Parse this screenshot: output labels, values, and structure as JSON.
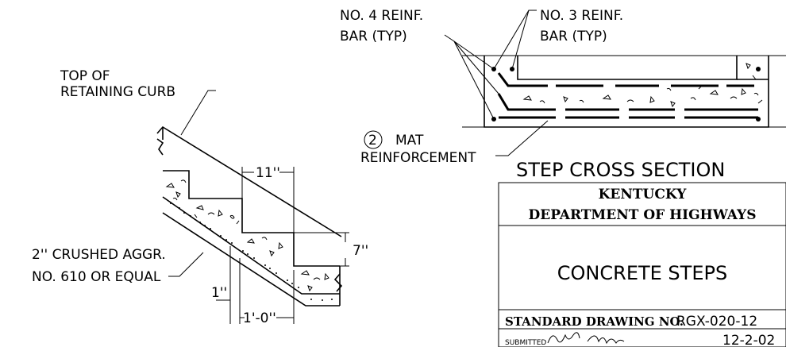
{
  "section_labels": {
    "top_of_curb": [
      "TOP OF",
      "RETAINING CURB"
    ],
    "crushed_aggregate": [
      "2'' CRUSHED AGGR.",
      "NO. 610 OR EQUAL"
    ],
    "no4_bar": [
      "NO. 4 REINF.",
      "BAR (TYP)"
    ],
    "no3_bar": [
      "NO. 3 REINF.",
      "BAR (TYP)"
    ],
    "mat_number": "2",
    "mat_reinforcement": [
      "MAT",
      "REINFORCEMENT"
    ]
  },
  "dimensions": {
    "tread": "11''",
    "riser": "7''",
    "offset": "1''",
    "foot": "1'-0''"
  },
  "cross_section_title": "STEP CROSS SECTION",
  "title_block": {
    "agency_line1": "KENTUCKY",
    "agency_line2": "DEPARTMENT OF HIGHWAYS",
    "drawing_title": "CONCRETE STEPS",
    "standard_label": "STANDARD DRAWING NO.",
    "standard_number": "RGX-020-12",
    "submitted_label": "SUBMITTED",
    "date": "12-2-02"
  }
}
